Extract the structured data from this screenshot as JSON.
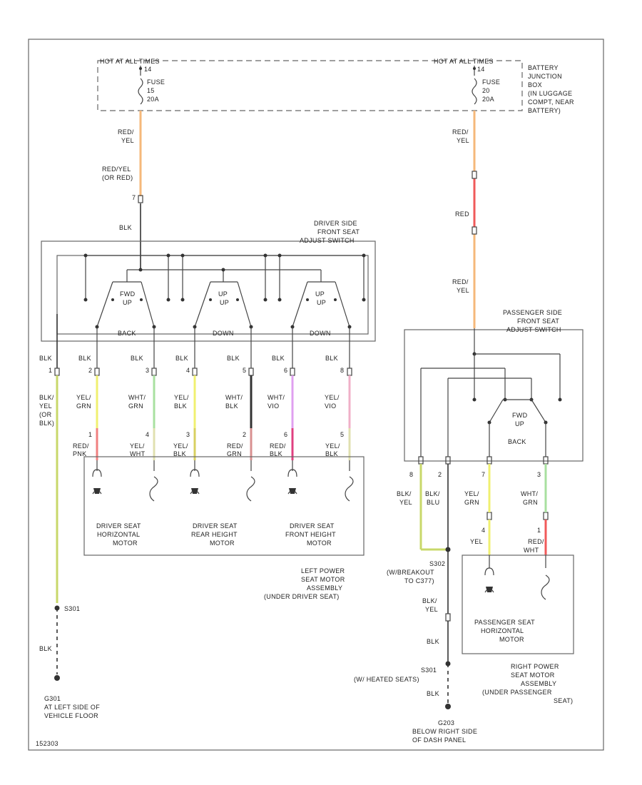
{
  "diagram": {
    "hot_left": "HOT AT ALL TIMES",
    "hot_right": "HOT AT ALL TIMES",
    "fuse_left": [
      "FUSE",
      "15",
      "20A"
    ],
    "fuse_right": [
      "FUSE",
      "20",
      "20A"
    ],
    "junction_box": [
      "BATTERY",
      "JUNCTION",
      "BOX",
      "(IN LUGGAGE",
      "COMPT, NEAR",
      "BATTERY)"
    ],
    "pins": {
      "fuse_left": "14",
      "fuse_right": "14",
      "driver_feed": "7"
    },
    "left_feed_wires": {
      "red_yel": [
        "RED/",
        "YEL"
      ],
      "red_yel_or_red": [
        "RED/YEL",
        "(OR RED)"
      ],
      "blk": "BLK"
    },
    "right_feed_wires": {
      "red_yel_top": [
        "RED/",
        "YEL"
      ],
      "red": "RED",
      "red_yel_bottom": [
        "RED/",
        "YEL"
      ]
    },
    "driver_switch": {
      "title": [
        "DRIVER SIDE",
        "FRONT SEAT",
        "ADJUST SWITCH"
      ],
      "switches": [
        {
          "up": [
            "FWD",
            "UP"
          ],
          "down": "BACK"
        },
        {
          "up": [
            "UP",
            "UP"
          ],
          "down": "DOWN"
        },
        {
          "up": [
            "UP",
            "UP"
          ],
          "down": "DOWN"
        }
      ],
      "ground_wire": "BLK",
      "ground_pin": "1",
      "ground_label": [
        "BLK/",
        "YEL",
        "(OR",
        "BLK)"
      ],
      "connectors": [
        {
          "blk": "BLK",
          "pin": "2",
          "wire": [
            "YEL/",
            "GRN"
          ],
          "motor_pin": "1",
          "motor_wire": [
            "RED/",
            "PNK"
          ]
        },
        {
          "blk": "BLK",
          "pin": "3",
          "wire": [
            "WHT/",
            "GRN"
          ],
          "motor_pin": "4",
          "motor_wire": [
            "YEL/",
            "WHT"
          ]
        },
        {
          "blk": "BLK",
          "pin": "4",
          "wire": [
            "YEL/",
            "BLK"
          ],
          "motor_pin": "3",
          "motor_wire": [
            "YEL/",
            "BLK"
          ]
        },
        {
          "blk": "BLK",
          "pin": "5",
          "wire": [
            "WHT/",
            "BLK"
          ],
          "motor_pin": "2",
          "motor_wire": [
            "RED/",
            "GRN"
          ]
        },
        {
          "blk": "BLK",
          "pin": "6",
          "wire": [
            "WHT/",
            "VIO"
          ],
          "motor_pin": "6",
          "motor_wire": [
            "RED/",
            "BLK"
          ]
        },
        {
          "blk": "BLK",
          "pin": "8",
          "wire": [
            "YEL/",
            "VIO"
          ],
          "motor_pin": "5",
          "motor_wire": [
            "YEL/",
            "BLK"
          ]
        }
      ]
    },
    "driver_motors": [
      [
        "DRIVER SEAT",
        "HORIZONTAL",
        "MOTOR"
      ],
      [
        "DRIVER SEAT",
        "REAR HEIGHT",
        "MOTOR"
      ],
      [
        "DRIVER SEAT",
        "FRONT HEIGHT",
        "MOTOR"
      ]
    ],
    "left_assembly": [
      "LEFT POWER",
      "SEAT MOTOR",
      "ASSEMBLY",
      "(UNDER DRIVER SEAT)"
    ],
    "left_ground": {
      "splice": "S301",
      "wire": "BLK",
      "ground": "G301",
      "location": [
        "AT LEFT SIDE OF",
        "VEHICLE FLOOR"
      ]
    },
    "passenger_switch": {
      "title": [
        "PASSENGER SIDE",
        "FRONT SEAT",
        "ADJUST SWITCH"
      ],
      "up": [
        "FWD",
        "UP"
      ],
      "down": "BACK",
      "pins": [
        "8",
        "2",
        "7",
        "3"
      ],
      "wires": [
        [
          "BLK/",
          "YEL"
        ],
        [
          "BLK/",
          "BLU"
        ],
        [
          "YEL/",
          "GRN"
        ],
        [
          "WHT/",
          "GRN"
        ]
      ],
      "motor_pins": [
        "4",
        "1"
      ],
      "motor_wires": [
        "YEL",
        [
          "RED/",
          "WHT"
        ]
      ]
    },
    "passenger_motor": [
      "PASSENGER SEAT",
      "HORIZONTAL",
      "MOTOR"
    ],
    "right_assembly": [
      "RIGHT POWER",
      "SEAT MOTOR",
      "ASSEMBLY",
      "(UNDER PASSENGER",
      "SEAT)"
    ],
    "right_ground": {
      "splice": "S302",
      "splice_note": [
        "(W/BREAKOUT",
        "TO C377)"
      ],
      "wire1": [
        "BLK/",
        "YEL"
      ],
      "wire2": "BLK",
      "s301": "S301",
      "s301_note": "(W/ HEATED SEATS)",
      "wire3": "BLK",
      "ground": "G203",
      "location": [
        "BELOW RIGHT SIDE",
        "OF DASH PANEL"
      ]
    },
    "figure_id": "152303",
    "colors": {
      "red_yel": "#f5b87a",
      "red": "#f05a5a",
      "yel_grn": "#f0f070",
      "wht_grn": "#a8e0a0",
      "red_pnk": "#f08080",
      "yel_wht": "#e0e0b0",
      "yel_blk": "#d8d060",
      "red_grn": "#d89090",
      "red_blk": "#e04080",
      "wht_vio": "#e0a0f0",
      "yel_vio": "#f0b0c8",
      "blk_yel": "#c8d86a",
      "blk_blu": "#555555",
      "blk": "#333333"
    }
  }
}
